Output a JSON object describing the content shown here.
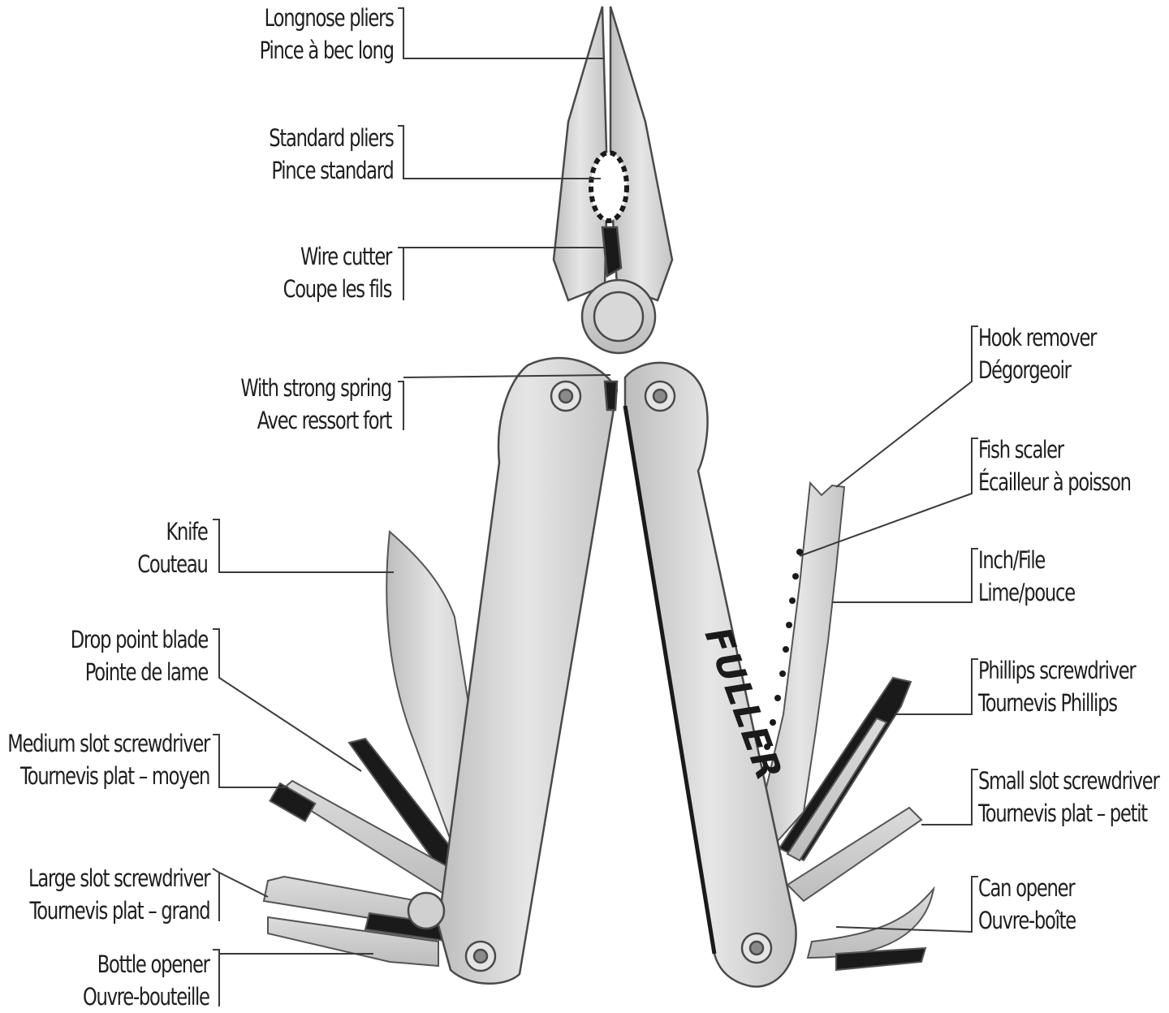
{
  "brand": {
    "logo_text": "FULLER"
  },
  "callouts": {
    "longnose_pliers": {
      "en": "Longnose pliers",
      "fr": "Pince à bec long"
    },
    "standard_pliers": {
      "en": "Standard pliers",
      "fr": "Pince standard"
    },
    "wire_cutter": {
      "en": "Wire cutter",
      "fr": "Coupe les fils"
    },
    "strong_spring": {
      "en": "With strong spring",
      "fr": "Avec ressort fort"
    },
    "knife": {
      "en": "Knife",
      "fr": "Couteau"
    },
    "drop_point_blade": {
      "en": "Drop point blade",
      "fr": "Pointe de lame"
    },
    "medium_slot_screwdriver": {
      "en": "Medium slot screwdriver",
      "fr": "Tournevis plat – moyen"
    },
    "large_slot_screwdriver": {
      "en": "Large slot screwdriver",
      "fr": "Tournevis plat – grand"
    },
    "bottle_opener": {
      "en": "Bottle opener",
      "fr": "Ouvre-bouteille"
    },
    "hook_remover": {
      "en": "Hook remover",
      "fr": "Dégorgeoir"
    },
    "fish_scaler": {
      "en": "Fish scaler",
      "fr": "Écailleur à poisson"
    },
    "inch_file": {
      "en": "Inch/File",
      "fr": "Lime/pouce"
    },
    "phillips_screwdriver": {
      "en": "Phillips screwdriver",
      "fr": "Tournevis Phillips"
    },
    "small_slot_screwdriver": {
      "en": "Small slot screwdriver",
      "fr": "Tournevis plat – petit"
    },
    "can_opener": {
      "en": "Can opener",
      "fr": "Ouvre-boîte"
    }
  },
  "colors": {
    "steel": "#d2d2d2",
    "steel_edge": "#5a5a5a",
    "ink": "#1e1e1e",
    "shadow": "#1a1a1a"
  }
}
